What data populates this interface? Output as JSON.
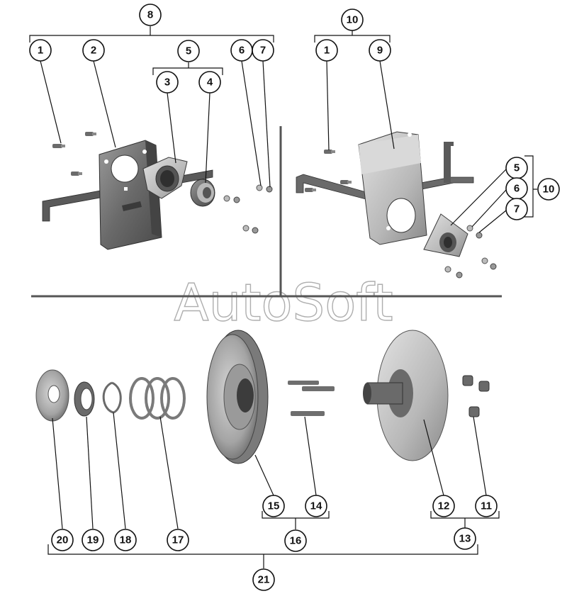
{
  "watermark": "AutoSoft",
  "colors": {
    "part_dark": "#5e5e5e",
    "part_mid": "#8c8c8c",
    "part_light": "#c4c4c4",
    "line": "#111111"
  },
  "callouts": [
    {
      "id": "c8",
      "label": "8"
    },
    {
      "id": "c1a",
      "label": "1"
    },
    {
      "id": "c2",
      "label": "2"
    },
    {
      "id": "c5a",
      "label": "5"
    },
    {
      "id": "c3",
      "label": "3"
    },
    {
      "id": "c4",
      "label": "4"
    },
    {
      "id": "c6a",
      "label": "6"
    },
    {
      "id": "c7a",
      "label": "7"
    },
    {
      "id": "c10a",
      "label": "10"
    },
    {
      "id": "c1b",
      "label": "1"
    },
    {
      "id": "c9",
      "label": "9"
    },
    {
      "id": "c5b",
      "label": "5"
    },
    {
      "id": "c6b",
      "label": "6"
    },
    {
      "id": "c7b",
      "label": "7"
    },
    {
      "id": "c10b",
      "label": "10"
    },
    {
      "id": "c20",
      "label": "20"
    },
    {
      "id": "c19",
      "label": "19"
    },
    {
      "id": "c18",
      "label": "18"
    },
    {
      "id": "c17",
      "label": "17"
    },
    {
      "id": "c15",
      "label": "15"
    },
    {
      "id": "c14",
      "label": "14"
    },
    {
      "id": "c16",
      "label": "16"
    },
    {
      "id": "c12",
      "label": "12"
    },
    {
      "id": "c11",
      "label": "11"
    },
    {
      "id": "c13",
      "label": "13"
    },
    {
      "id": "c21",
      "label": "21"
    }
  ]
}
